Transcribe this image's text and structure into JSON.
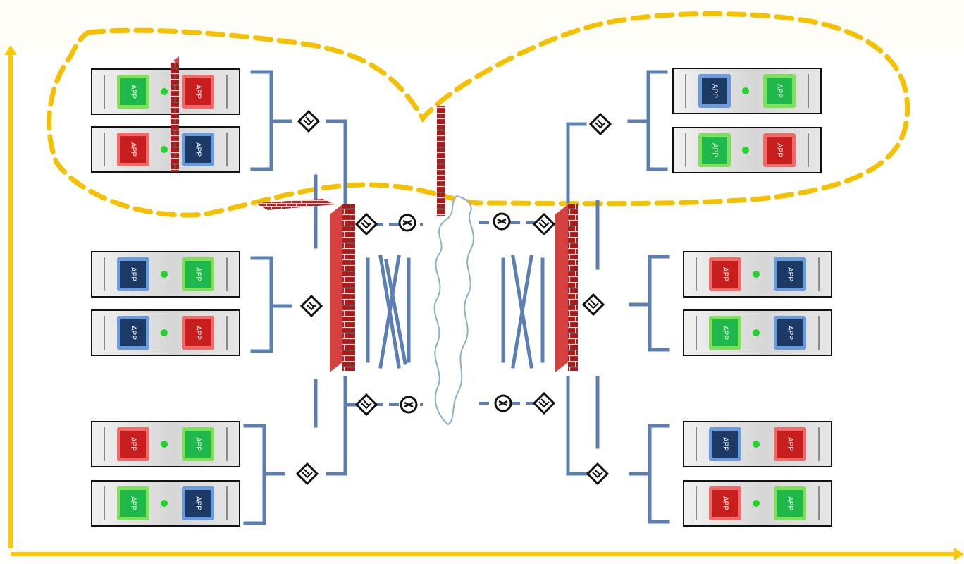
{
  "diagram": {
    "app_label": "APP",
    "colors": {
      "background": "#ffffff",
      "top_strip": "#fffdf7",
      "axis": "#ffc800",
      "zone_outline": "#f5c000",
      "link": "#5b7fb5",
      "app_red": "#c81e1e",
      "app_green": "#1fb84a",
      "app_blue": "#1d3a66",
      "app_red_border": "#f06a6a",
      "app_green_border": "#7fe05a",
      "app_blue_border": "#6a9bdc",
      "server_body": "#dcdcdc",
      "status_led": "#22d32b",
      "firewall_brick": "#b01818",
      "firewall_mortar": "#e8d7d7",
      "cloud_outline": "#8fb0c9"
    },
    "server_groups": [
      {
        "side": "left",
        "row": "top",
        "servers": [
          [
            "green",
            "red"
          ],
          [
            "red",
            "blue"
          ]
        ]
      },
      {
        "side": "left",
        "row": "middle",
        "servers": [
          [
            "blue",
            "green"
          ],
          [
            "blue",
            "red"
          ]
        ]
      },
      {
        "side": "left",
        "row": "bottom",
        "servers": [
          [
            "red",
            "green"
          ],
          [
            "green",
            "blue"
          ]
        ]
      },
      {
        "side": "right",
        "row": "top",
        "servers": [
          [
            "blue",
            "green"
          ],
          [
            "green",
            "red"
          ]
        ]
      },
      {
        "side": "right",
        "row": "middle",
        "servers": [
          [
            "red",
            "blue"
          ],
          [
            "green",
            "blue"
          ]
        ]
      },
      {
        "side": "right",
        "row": "bottom",
        "servers": [
          [
            "blue",
            "red"
          ],
          [
            "red",
            "green"
          ]
        ]
      }
    ],
    "icons": {
      "switch": "switch-icon",
      "router": "router-icon",
      "firewall": "firewall-icon",
      "cloud": "cloud-icon"
    }
  }
}
